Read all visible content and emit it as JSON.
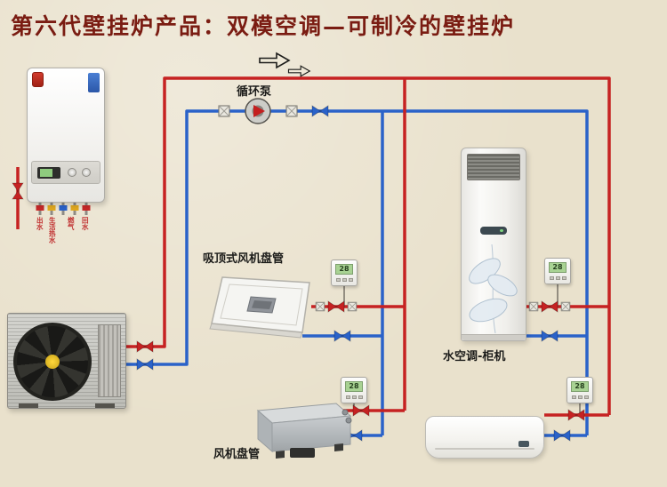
{
  "title": "第六代壁挂炉产品：双模空调—可制冷的壁挂炉",
  "components": {
    "pump_label": "循环泵",
    "cassette_label": "吸顶式风机盘管",
    "cabinet_label": "水空调-柜机",
    "ducted_label": "风机盘管"
  },
  "boiler": {
    "port_labels": [
      "出水",
      "生活热水",
      "燃气",
      "回水"
    ]
  },
  "thermostats": [
    {
      "temp": "28"
    },
    {
      "temp": "28"
    },
    {
      "temp": "28"
    },
    {
      "temp": "28"
    }
  ],
  "colors": {
    "hot_pipe": "#c62222",
    "cold_pipe": "#2a62c9",
    "background": "#e9e1cc",
    "title": "#7a1c12",
    "thermostat_screen": "#a8d293"
  }
}
